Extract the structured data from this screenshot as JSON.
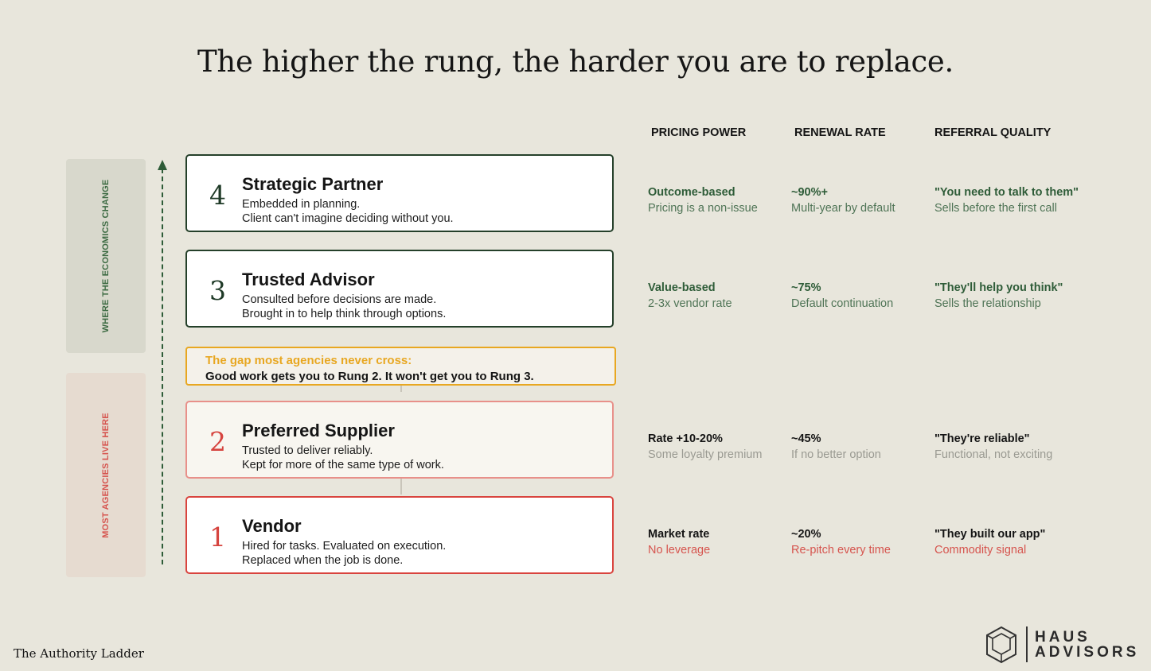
{
  "title": "The higher the rung, the harder you are to replace.",
  "bands": {
    "top": "WHERE THE ECONOMICS CHANGE",
    "bottom": "MOST AGENCIES LIVE HERE"
  },
  "columns": [
    "PRICING POWER",
    "RENEWAL RATE",
    "REFERRAL QUALITY"
  ],
  "rungs": [
    {
      "number": "4",
      "name": "Strategic Partner",
      "desc1": "Embedded in planning.",
      "desc2": "Client can't imagine deciding without you.",
      "pricing": {
        "main": "Outcome-based",
        "sub": "Pricing is a non-issue"
      },
      "renewal": {
        "main": "~90%+",
        "sub": "Multi-year by default"
      },
      "referral": {
        "main": "\"You need to talk to them\"",
        "sub": "Sells before the first call"
      }
    },
    {
      "number": "3",
      "name": "Trusted Advisor",
      "desc1": "Consulted before decisions are made.",
      "desc2": "Brought in to help think through options.",
      "pricing": {
        "main": "Value-based",
        "sub": "2-3x vendor rate"
      },
      "renewal": {
        "main": "~75%",
        "sub": "Default continuation"
      },
      "referral": {
        "main": "\"They'll help you think\"",
        "sub": "Sells the relationship"
      }
    },
    {
      "number": "2",
      "name": "Preferred Supplier",
      "desc1": "Trusted to deliver reliably.",
      "desc2": "Kept for more of the same type of work.",
      "pricing": {
        "main": "Rate +10-20%",
        "sub": "Some loyalty premium"
      },
      "renewal": {
        "main": "~45%",
        "sub": "If no better option"
      },
      "referral": {
        "main": "\"They're reliable\"",
        "sub": "Functional, not exciting"
      }
    },
    {
      "number": "1",
      "name": "Vendor",
      "desc1": "Hired for tasks. Evaluated on execution.",
      "desc2": "Replaced when the job is done.",
      "pricing": {
        "main": "Market rate",
        "sub": "No leverage"
      },
      "renewal": {
        "main": "~20%",
        "sub": "Re-pitch every time"
      },
      "referral": {
        "main": "\"They built our app\"",
        "sub": "Commodity signal"
      }
    }
  ],
  "gap": {
    "title": "The gap most agencies never cross:",
    "text": "Good work gets you to Rung 2. It won't get you to Rung 3."
  },
  "footer": {
    "title": "The Authority Ladder",
    "logo_line1": "HAUS",
    "logo_line2": "ADVISORS"
  },
  "colors": {
    "background": "#e8e6dc",
    "dark_green": "#25402a",
    "red": "#d6443f",
    "gap_accent": "#e8a721"
  }
}
